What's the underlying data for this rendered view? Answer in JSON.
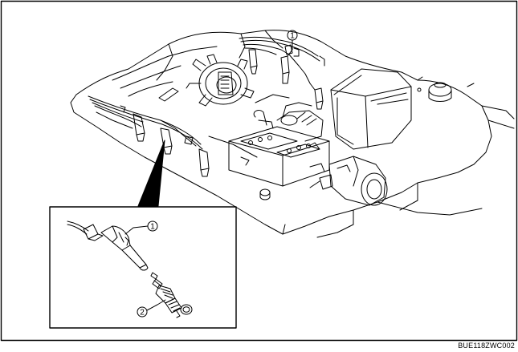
{
  "callouts": {
    "main_1": "1",
    "inset_1": "1",
    "inset_2": "2"
  },
  "reference_code": "BUE118ZWC002"
}
